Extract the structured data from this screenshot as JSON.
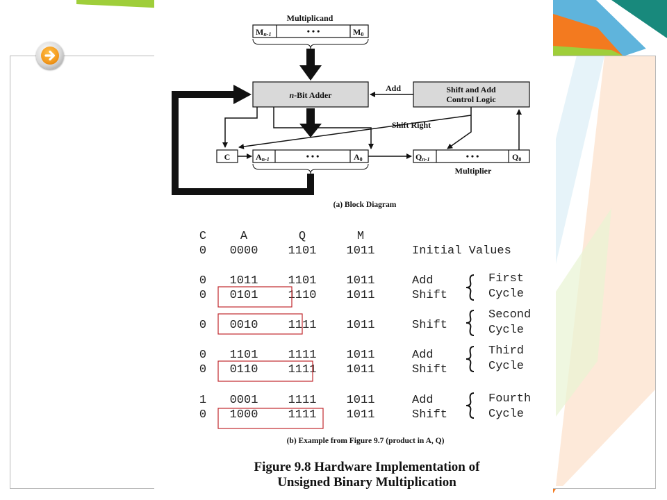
{
  "diagram": {
    "multiplicand_label": "Multiplicand",
    "m_reg": {
      "left": "M",
      "left_sub": "n-1",
      "dots": "• • •",
      "right": "M",
      "right_sub": "0"
    },
    "adder": {
      "prefix": "n",
      "rest": "-Bit Adder"
    },
    "control": {
      "line1": "Shift and Add",
      "line2": "Control Logic"
    },
    "add_label": "Add",
    "shift_right_label": "Shift Right",
    "c_reg": "C",
    "a_reg": {
      "left": "A",
      "left_sub": "n-1",
      "dots": "• • •",
      "right": "A",
      "right_sub": "0"
    },
    "q_reg": {
      "left": "Q",
      "left_sub": "n-1",
      "dots": "• • •",
      "right": "Q",
      "right_sub": "0"
    },
    "multiplier_label": "Multiplier",
    "caption_a": "(a) Block Diagram"
  },
  "table": {
    "headers": [
      "C",
      "A",
      "Q",
      "M"
    ],
    "rows": [
      {
        "c": "0",
        "a": "0000",
        "q": "1101",
        "m": "1011",
        "op": "Initial Values"
      },
      {
        "c": "0",
        "a": "1011",
        "q": "1101",
        "m": "1011",
        "op": "Add"
      },
      {
        "c": "0",
        "a": "0101",
        "q": "1110",
        "m": "1011",
        "op": "Shift"
      },
      {
        "c": "0",
        "a": "0010",
        "q": "1111",
        "m": "1011",
        "op": "Shift"
      },
      {
        "c": "0",
        "a": "1101",
        "q": "1111",
        "m": "1011",
        "op": "Add"
      },
      {
        "c": "0",
        "a": "0110",
        "q": "1111",
        "m": "1011",
        "op": "Shift"
      },
      {
        "c": "1",
        "a": "0001",
        "q": "1111",
        "m": "1011",
        "op": "Add"
      },
      {
        "c": "0",
        "a": "1000",
        "q": "1111",
        "m": "1011",
        "op": "Shift"
      }
    ],
    "cycles": [
      {
        "line1": "First",
        "line2": "Cycle"
      },
      {
        "line1": "Second",
        "line2": "Cycle"
      },
      {
        "line1": "Third",
        "line2": "Cycle"
      },
      {
        "line1": "Fourth",
        "line2": "Cycle"
      }
    ],
    "caption_b": "(b) Example from Figure 9.7 (product in A, Q)"
  },
  "figure_title": {
    "line1": "Figure 9.8  Hardware Implementation of",
    "line2": "Unsigned Binary Multiplication"
  },
  "nav": {
    "icon": "right-arrow-icon"
  },
  "colors": {
    "highlight_box": "#c0282d",
    "orange": "#f37a1f",
    "light_blue": "#5fb4dc",
    "lime": "#9fce3a",
    "teal": "#18897c"
  }
}
